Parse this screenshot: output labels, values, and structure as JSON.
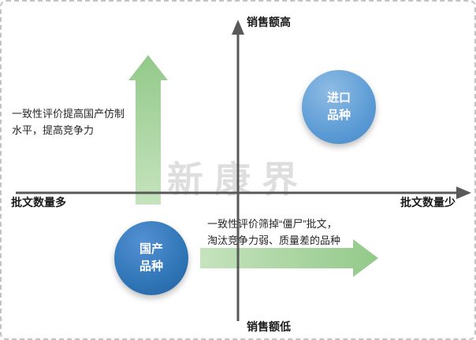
{
  "diagram": {
    "axes": {
      "top_label": "销售额高",
      "bottom_label": "销售额低",
      "left_label": "批文数量多",
      "right_label": "批文数量少"
    },
    "bubbles": {
      "import_label": "进口\n品种",
      "domestic_label": "国产\n品种"
    },
    "annotations": {
      "left": "一致性评价提高国产仿制\n水平，提高竞争力",
      "bottom": "一致性评价筛掉“僵尸”批文，\n淘汰竞争力弱、质量差的品种"
    },
    "watermark": "新康界"
  },
  "colors": {
    "importBlue": "#5b9bd5",
    "domesticBlue": "#2e75b6",
    "arrowGreen": "#a9d18e",
    "axisGray": "#595959",
    "watermarkGray": "#d9d9d9"
  }
}
